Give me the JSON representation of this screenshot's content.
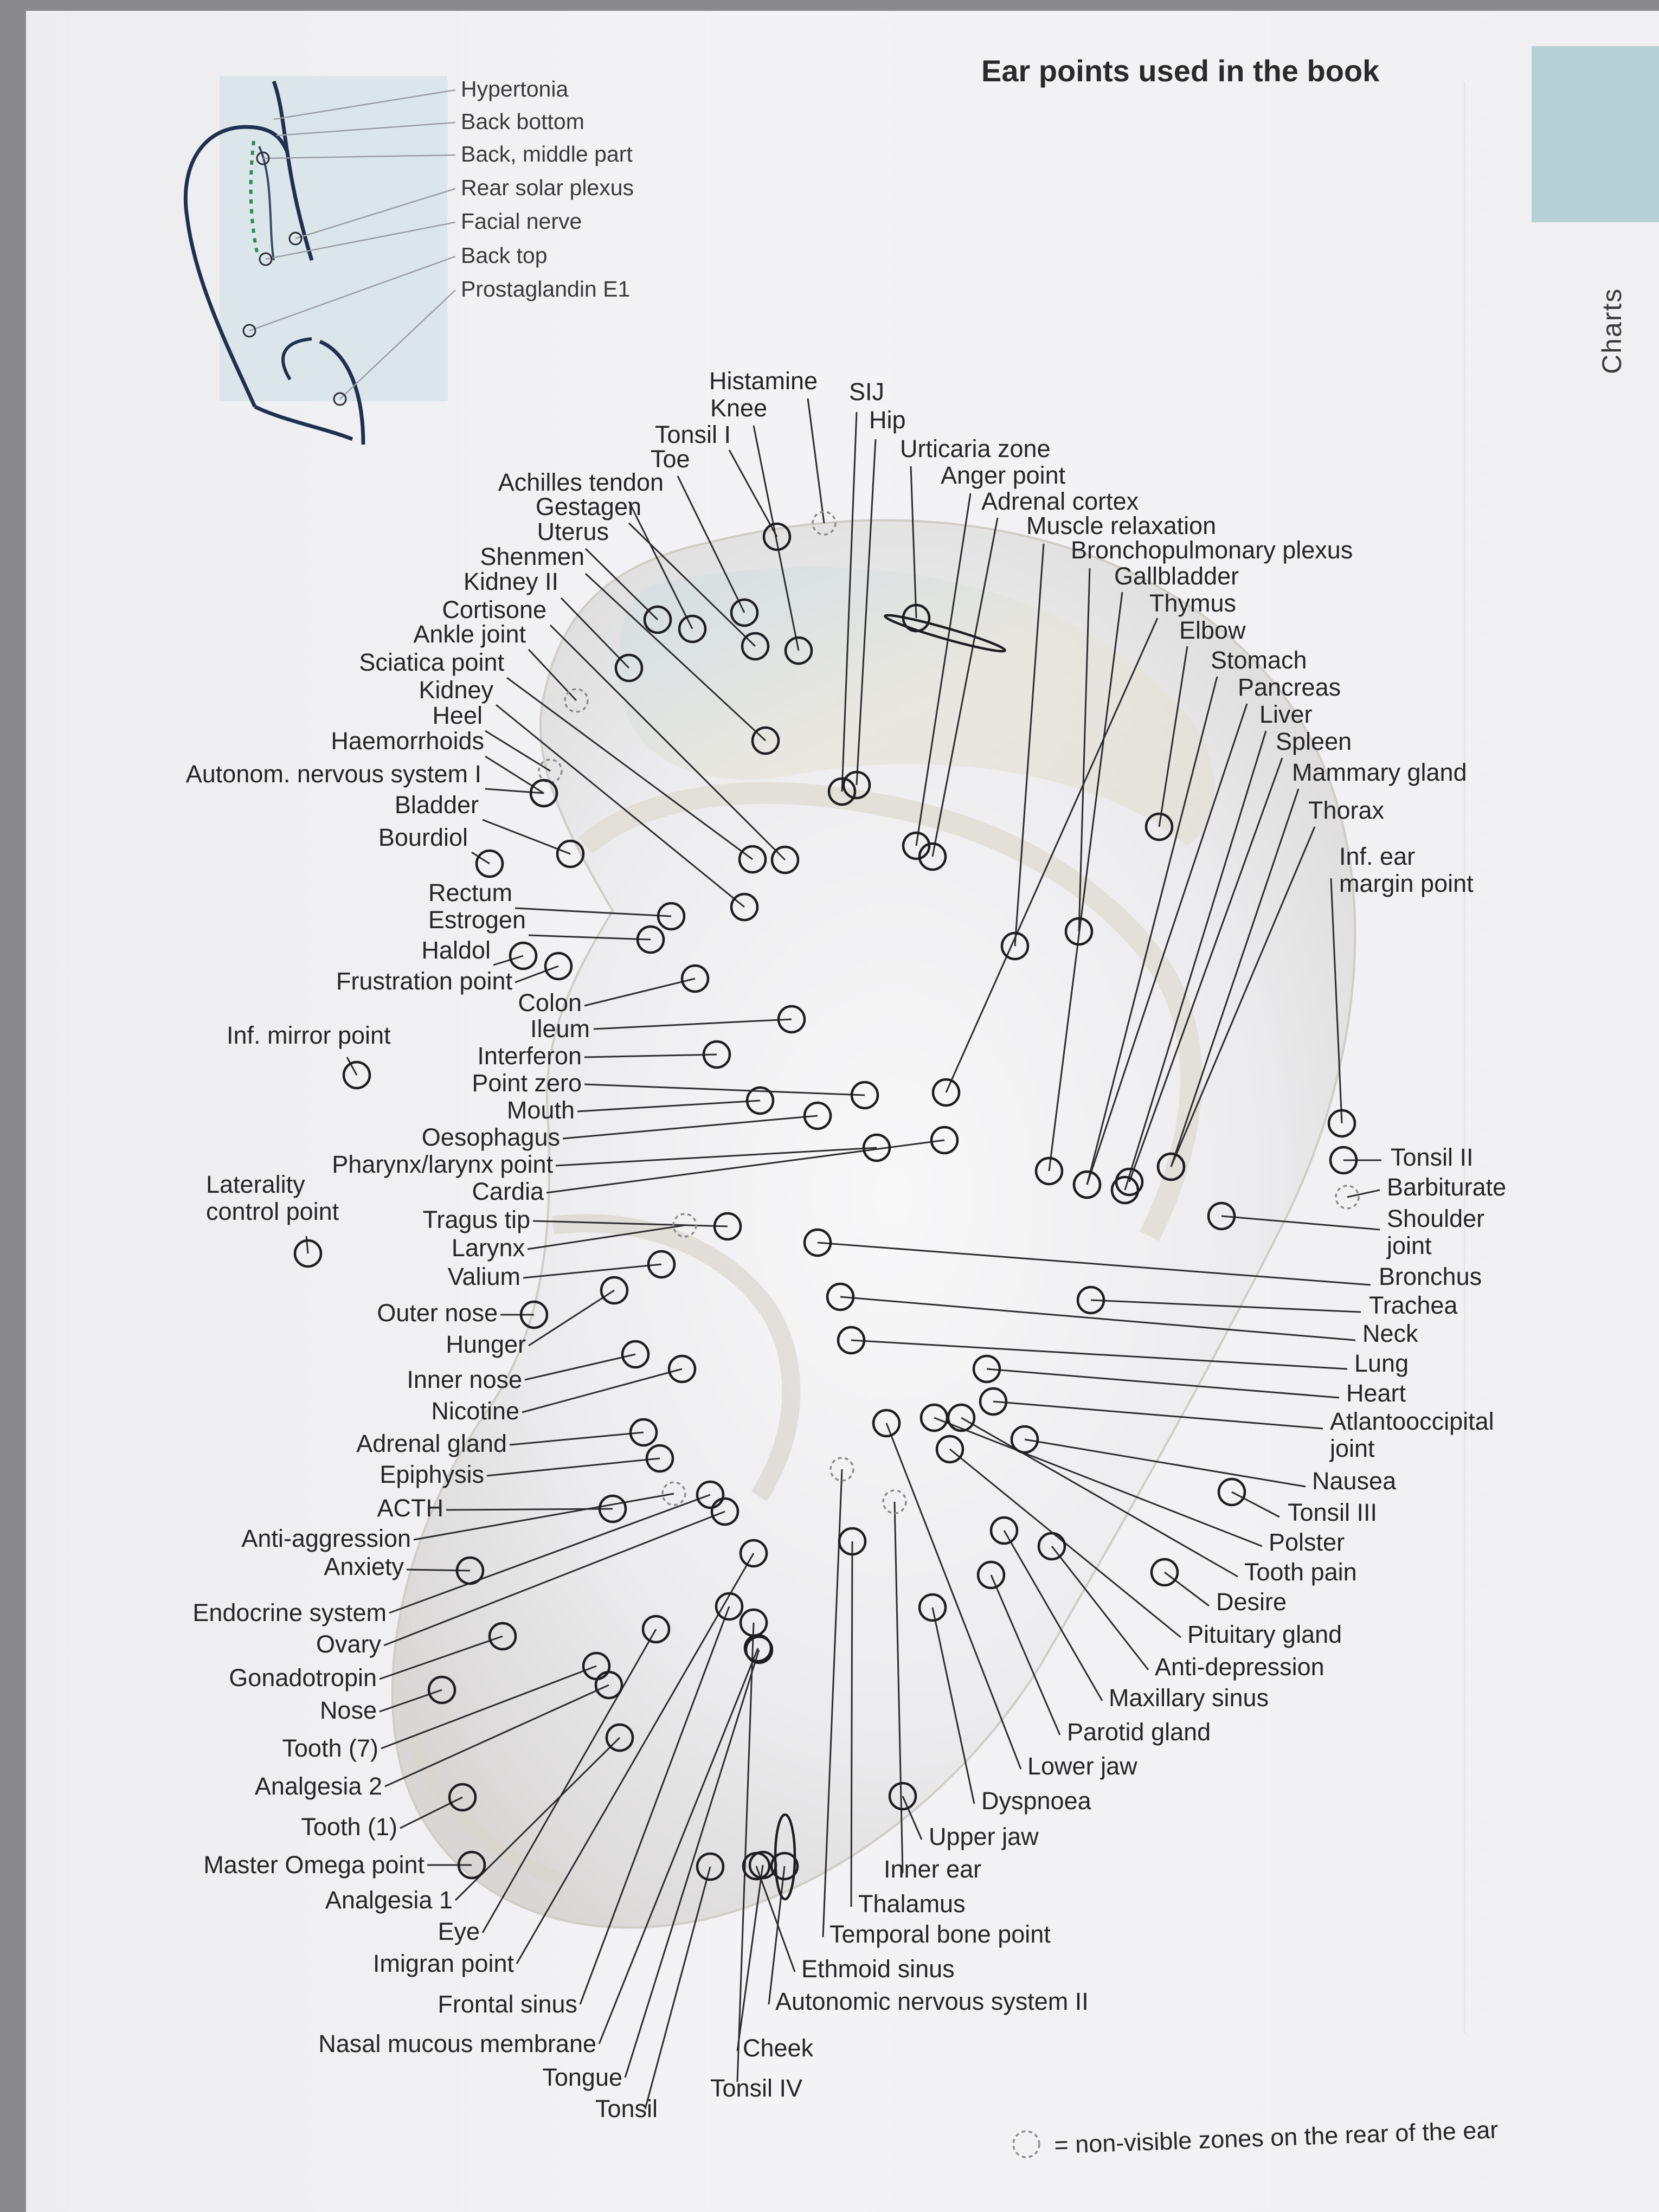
{
  "title": "Ear points used in the book",
  "section_tab": "Charts",
  "legend_text": "= non-visible zones on the rear of the ear",
  "colors": {
    "ink": "#262628",
    "page": "#f1f1f3",
    "tab": "#b7cfd6",
    "inset_bg": "#dbe6ea",
    "vein": "#2e8a5a"
  },
  "inset_labels": [
    "Hypertonia",
    "Back bottom",
    "Back, middle part",
    "Rear solar plexus",
    "Facial nerve",
    "Back top",
    "Prostaglandin E1"
  ],
  "top_labels": [
    "Histamine",
    "Knee",
    "SIJ",
    "Hip",
    "Tonsil I",
    "Toe",
    "Urticaria zone",
    "Anger point",
    "Achilles tendon",
    "Gestagen",
    "Adrenal cortex",
    "Uterus",
    "Muscle relaxation",
    "Shenmen",
    "Bronchopulmonary plexus",
    "Kidney II",
    "Gallbladder",
    "Cortisone",
    "Thymus",
    "Ankle joint",
    "Elbow"
  ],
  "left_labels": [
    "Sciatica point",
    "Kidney",
    "Heel",
    "Haemorrhoids",
    "Autonom. nervous system I",
    "Bladder",
    "Bourdiol",
    "Rectum",
    "Estrogen",
    "Haldol",
    "Frustration point",
    "Colon",
    "Inf. mirror point",
    "Ileum",
    "Interferon",
    "Point zero",
    "Mouth",
    "Oesophagus",
    "Laterality control point",
    "Pharynx/larynx point",
    "Cardia",
    "Tragus tip",
    "Larynx",
    "Valium",
    "Outer nose",
    "Hunger",
    "Inner nose",
    "Nicotine",
    "Adrenal gland",
    "Epiphysis",
    "ACTH",
    "Anti-aggression",
    "Anxiety",
    "Endocrine system",
    "Ovary",
    "Gonadotropin",
    "Nose",
    "Tooth (7)",
    "Analgesia 2",
    "Tooth (1)",
    "Master Omega point",
    "Analgesia 1",
    "Eye",
    "Imigran point",
    "Frontal sinus",
    "Nasal mucous membrane",
    "Tongue",
    "Tonsil"
  ],
  "right_labels": [
    "Stomach",
    "Pancreas",
    "Liver",
    "Spleen",
    "Mammary gland",
    "Thorax",
    "Inf. ear margin point",
    "Tonsil II",
    "Barbiturate",
    "Shoulder joint",
    "Bronchus",
    "Trachea",
    "Neck",
    "Lung",
    "Heart",
    "Atlantooccipital joint",
    "Nausea",
    "Tonsil III",
    "Polster",
    "Tooth pain",
    "Desire",
    "Pituitary gland",
    "Anti-depression",
    "Maxillary sinus",
    "Parotid gland",
    "Lower jaw",
    "Dyspnoea",
    "Upper jaw",
    "Inner ear",
    "Thalamus",
    "Temporal bone point",
    "Ethmoid sinus",
    "Autonomic nervous system II",
    "Cheek",
    "Tonsil IV"
  ]
}
